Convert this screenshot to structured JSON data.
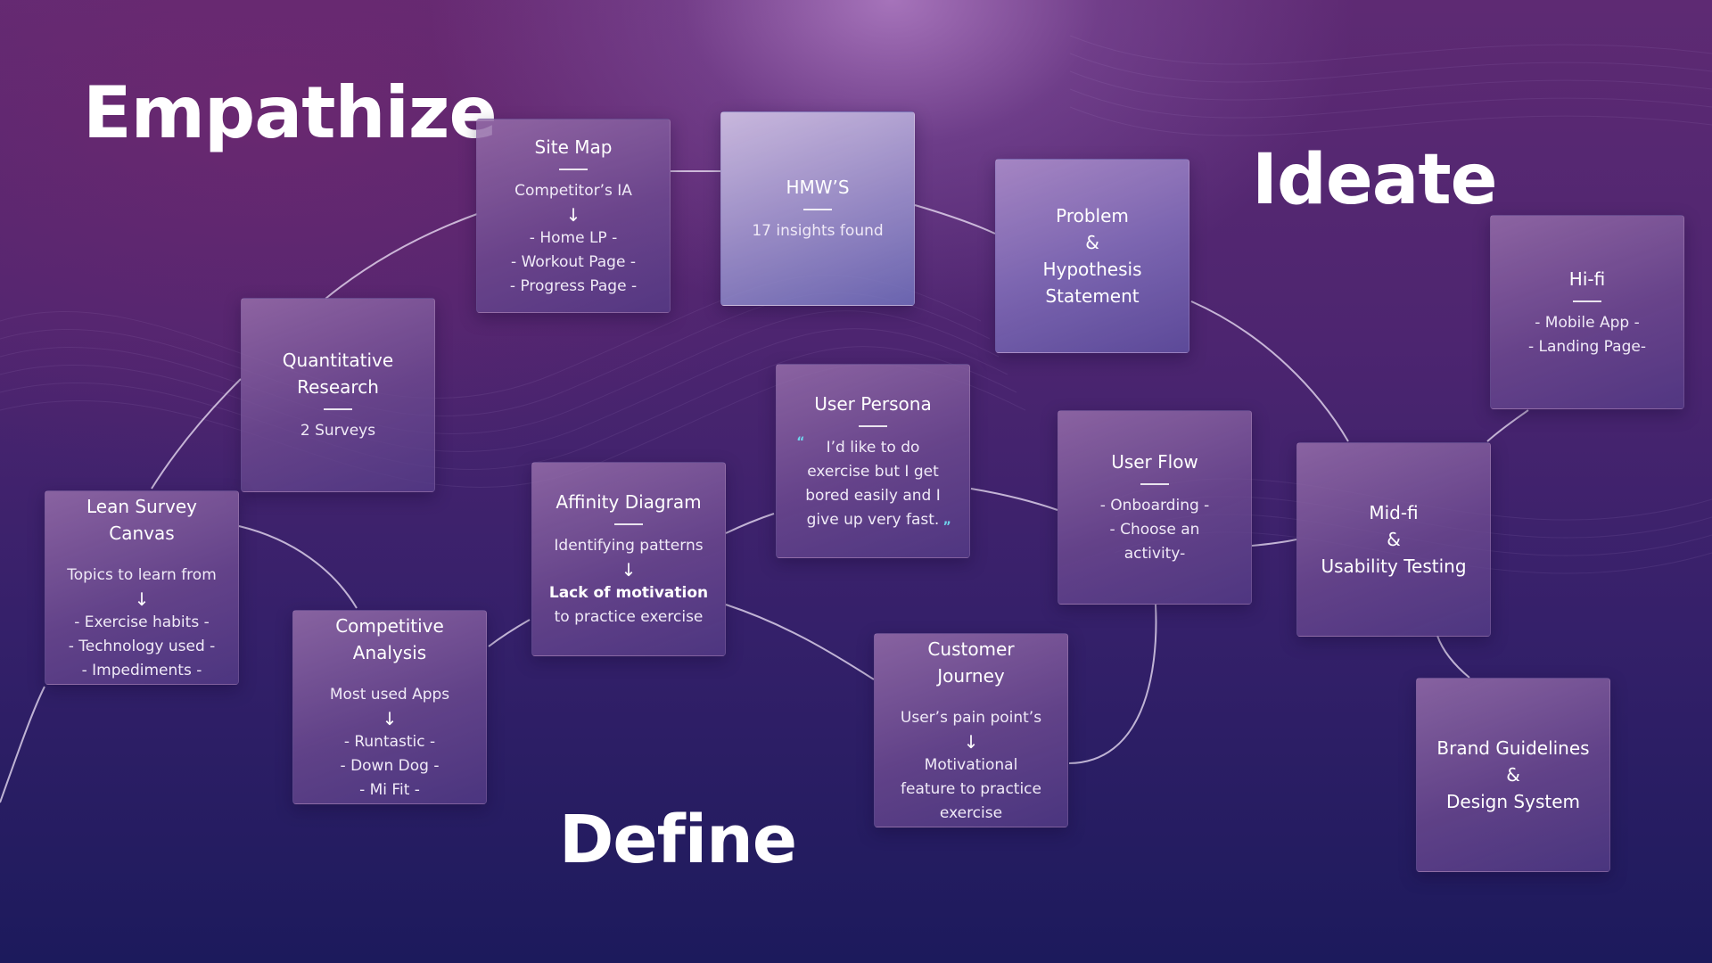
{
  "phases": {
    "empathize": "Empathize",
    "ideate": "Ideate",
    "define": "Define"
  },
  "cards": {
    "site_map": {
      "title": "Site Map",
      "intro": "Competitor’s IA",
      "items": [
        "- Home LP -",
        "- Workout Page -",
        "- Progress Page -"
      ]
    },
    "hmws": {
      "title": "HMW’S",
      "body": "17 insights found"
    },
    "problem": {
      "title_lines": [
        "Problem",
        "&",
        "Hypothesis",
        "Statement"
      ]
    },
    "hi_fi": {
      "title": "Hi-fi",
      "items": [
        "- Mobile App -",
        "- Landing Page-"
      ]
    },
    "quantitative": {
      "title_lines": [
        "Quantitative",
        "Research"
      ],
      "body": "2  Surveys"
    },
    "user_persona": {
      "title": "User Persona",
      "quote_lines": [
        "I’d like to do",
        "exercise but I get",
        "bored easily and I",
        "give up very fast."
      ],
      "quote_open": "“",
      "quote_close": "”"
    },
    "user_flow": {
      "title": "User Flow",
      "items": [
        "- Onboarding -",
        "- Choose an",
        "activity-"
      ]
    },
    "affinity": {
      "title": "Affinity Diagram",
      "intro": "Identifying patterns",
      "highlight": "Lack of motivation",
      "after": "to practice exercise"
    },
    "mid_fi": {
      "title_lines": [
        "Mid-fi",
        "&",
        "Usability Testing"
      ]
    },
    "lean_survey": {
      "title_lines": [
        "Lean Survey",
        "Canvas"
      ],
      "intro": "Topics to learn from",
      "items": [
        "- Exercise habits -",
        "- Technology used -",
        "- Impediments -"
      ]
    },
    "competitive": {
      "title_lines": [
        "Competitive",
        "Analysis"
      ],
      "intro": "Most used Apps",
      "items": [
        "- Runtastic -",
        "- Down Dog -",
        "- Mi Fit -"
      ]
    },
    "customer_journey": {
      "title_lines": [
        "Customer",
        "Journey"
      ],
      "intro": "User’s pain point’s",
      "after_lines": [
        "Motivational",
        "feature to practice",
        "exercise"
      ]
    },
    "brand": {
      "title_lines": [
        "Brand Guidelines",
        "&",
        "Design System"
      ]
    }
  },
  "arrow_glyph": "↓"
}
